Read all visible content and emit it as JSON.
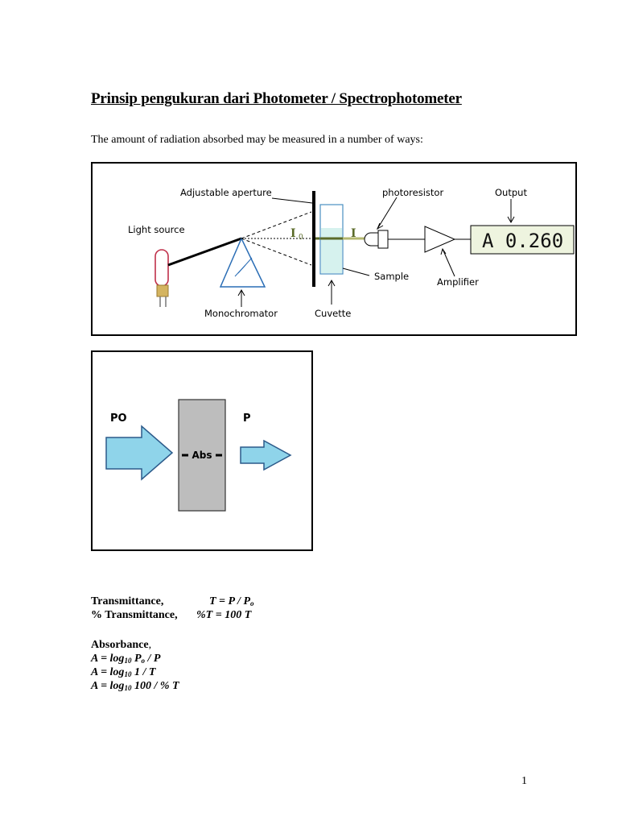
{
  "document": {
    "title": "Prinsip pengukuran dari  Photometer / Spectrophotometer",
    "intro": "The amount of radiation absorbed may be measured in a number of ways:",
    "page_number": "1"
  },
  "figure1": {
    "labels": {
      "aperture": "Adjustable aperture",
      "photoresistor": "photoresistor",
      "output": "Output",
      "light_source": "Light source",
      "sample": "Sample",
      "amplifier": "Amplifier",
      "monochromator": "Monochromator",
      "cuvette": "Cuvette",
      "i0": "I",
      "i0_sub": "0",
      "i": "I",
      "display": "A 0.260"
    }
  },
  "figure2": {
    "labels": {
      "po": "PO",
      "p": "P",
      "abs": "Abs"
    }
  },
  "equations": {
    "transmittance_label": "Transmittance,",
    "transmittance_formula": "T = P / P",
    "transmittance_sub": "o",
    "percent_label": "% Transmittance,",
    "percent_formula": "%T = 100 T",
    "absorbance_label": "Absorbance",
    "absorbance_comma": ",",
    "a1_prefix": "A = log",
    "a1_sub": "10",
    "a1_mid": " P",
    "a1_sub2": "o",
    "a1_suffix": " / P",
    "a2_prefix": "A = log",
    "a2_sub": "10",
    "a2_suffix": " 1 / T",
    "a3_prefix": "A = log",
    "a3_sub": "10",
    "a3_suffix": " 100 / % T"
  }
}
